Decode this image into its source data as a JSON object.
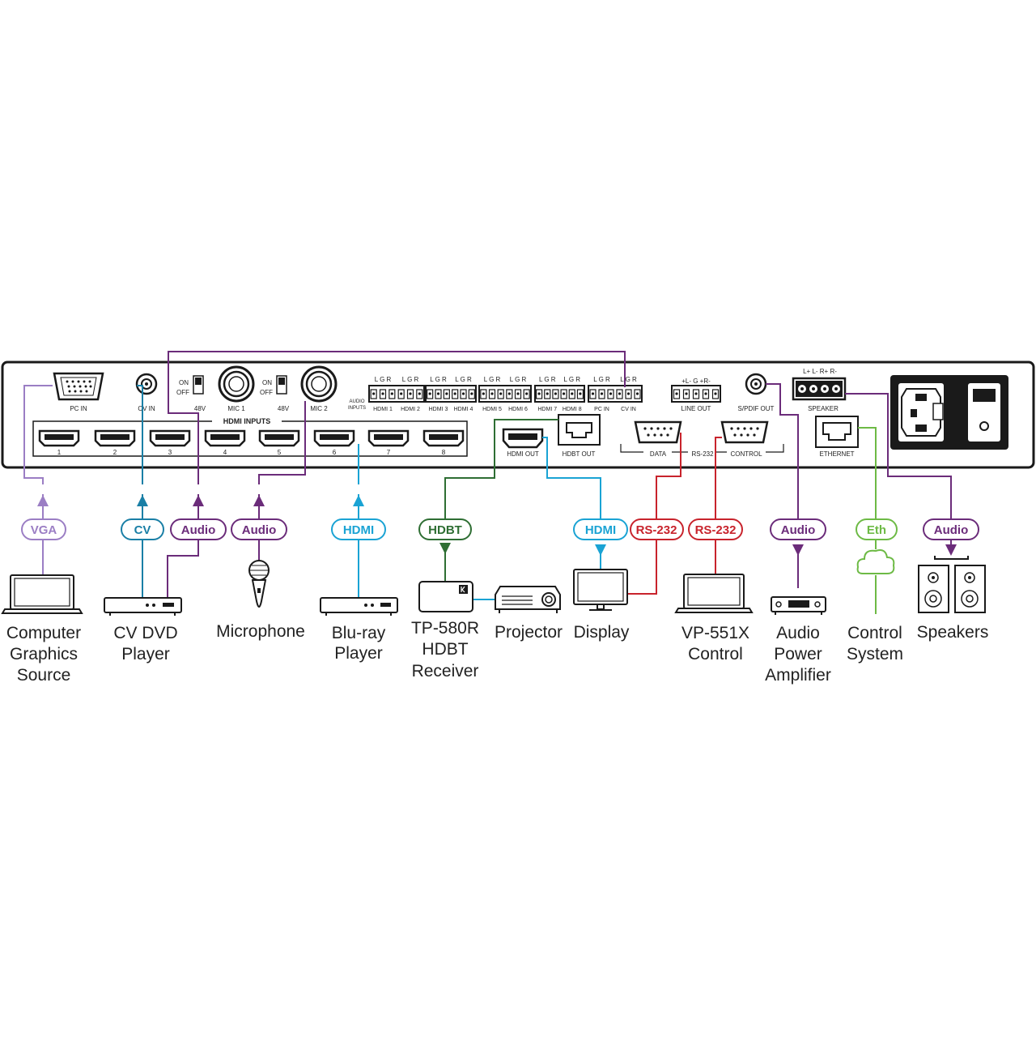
{
  "colors": {
    "vga": "#9b7ec4",
    "cv": "#1a7fa6",
    "audio": "#6b2c7a",
    "hdmi": "#1aa3d4",
    "hdbt": "#2e6e33",
    "rs232": "#c8232c",
    "eth": "#6dba45",
    "frame": "#1a1a1a"
  },
  "panel": {
    "pc_in": "PC IN",
    "cv_in": "CV IN",
    "on": "ON",
    "off": "OFF",
    "v48_1": "48V",
    "v48_2": "48V",
    "mic1": "MIC 1",
    "mic2": "MIC 2",
    "hdmi_inputs": "HDMI INPUTS",
    "hdmi_ports": [
      "1",
      "2",
      "3",
      "4",
      "5",
      "6",
      "7",
      "8"
    ],
    "audio_inputs_1": "AUDIO",
    "audio_inputs_2": "INPUTS",
    "lgr": "L G R",
    "terminal_labels": [
      "HDMI 1",
      "HDMI 2",
      "HDMI 3",
      "HDMI 4",
      "HDMI 5",
      "HDMI 6",
      "HDMI 7",
      "HDMI 8",
      "PC IN",
      "CV IN"
    ],
    "line_out_pins": "+L-  G  +R-",
    "line_out": "LINE OUT",
    "spdif_out": "S/PDIF OUT",
    "speaker_pins": "L+  L-  R+  R-",
    "speaker": "SPEAKER",
    "hdmi_out": "HDMI OUT",
    "hdbt_out": "HDBT OUT",
    "data": "DATA",
    "rs232": "RS-232",
    "control": "CONTROL",
    "ethernet": "ETHERNET"
  },
  "pills": {
    "vga": "VGA",
    "cv": "CV",
    "audio_dvd": "Audio",
    "audio_mic": "Audio",
    "hdmi_in": "HDMI",
    "hdbt": "HDBT",
    "hdmi_out": "HDMI",
    "rs232_display": "RS-232",
    "rs232_control": "RS-232",
    "audio_amp": "Audio",
    "eth": "Eth",
    "audio_spk": "Audio"
  },
  "devices": {
    "computer": [
      "Computer",
      "Graphics",
      "Source"
    ],
    "dvd": [
      "CV DVD",
      "Player"
    ],
    "microphone": [
      "Microphone"
    ],
    "bluray": [
      "Blu-ray",
      "Player"
    ],
    "receiver": [
      "TP-580R",
      "HDBT",
      "Receiver"
    ],
    "projector": [
      "Projector"
    ],
    "display": [
      "Display"
    ],
    "vp551x": [
      "VP-551X",
      "Control"
    ],
    "amplifier": [
      "Audio",
      "Power",
      "Amplifier"
    ],
    "control_system": [
      "Control",
      "System"
    ],
    "speakers": [
      "Speakers"
    ]
  }
}
